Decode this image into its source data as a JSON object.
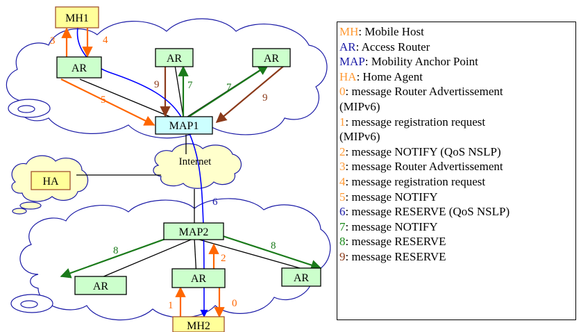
{
  "nodes": {
    "mh1": "MH1",
    "mh2": "MH2",
    "ha": "HA",
    "map1": "MAP1",
    "map2": "MAP2",
    "internet": "Internet",
    "ar": "AR"
  },
  "arrow_numbers": {
    "n0": "0",
    "n1": "1",
    "n2": "2",
    "n3": "3",
    "n4": "4",
    "n5": "5",
    "n6": "6",
    "n7": "7",
    "n8a": "8",
    "n8b": "8",
    "n9a": "9",
    "n9b": "9"
  },
  "legend": [
    {
      "key": "MH",
      "color": "#ff9933",
      "text": ": Mobile Host"
    },
    {
      "key": "AR",
      "color": "#1a1aa6",
      "text": ": Access Router"
    },
    {
      "key": "MAP",
      "color": "#1a1aa6",
      "text": ": Mobility Anchor Point"
    },
    {
      "key": "HA",
      "color": "#ff9933",
      "text": ": Home Agent"
    },
    {
      "key": "0",
      "color": "#ff9933",
      "text": ": message Router Advertissement"
    },
    {
      "key": "",
      "color": "#000000",
      "text": "(MIPv6)"
    },
    {
      "key": "1",
      "color": "#ff9933",
      "text": ": message registration request"
    },
    {
      "key": "",
      "color": "#000000",
      "text": "(MIPv6)"
    },
    {
      "key": "2",
      "color": "#ff9933",
      "text": ": message NOTIFY (QoS NSLP)"
    },
    {
      "key": "3",
      "color": "#ff9933",
      "text": ": message Router Advertissement"
    },
    {
      "key": "4",
      "color": "#ff9933",
      "text": ": message registration request"
    },
    {
      "key": "5",
      "color": "#ff9933",
      "text": ": message NOTIFY"
    },
    {
      "key": "6",
      "color": "#1a1aa6",
      "text": ": message RESERVE (QoS NSLP)"
    },
    {
      "key": "7",
      "color": "#1a8a1a",
      "text": ": message NOTIFY"
    },
    {
      "key": "8",
      "color": "#1a8a1a",
      "text": ": message RESERVE"
    },
    {
      "key": "9",
      "color": "#8b3a1a",
      "text": ": message RESERVE"
    }
  ],
  "colors": {
    "orange": "#ff6600",
    "green": "#1a7a1a",
    "brown": "#8b3a1a",
    "blue": "#0000ff",
    "ar_fill": "#ccffcc",
    "map_fill": "#ccffff",
    "mh_fill": "#ffff99"
  }
}
